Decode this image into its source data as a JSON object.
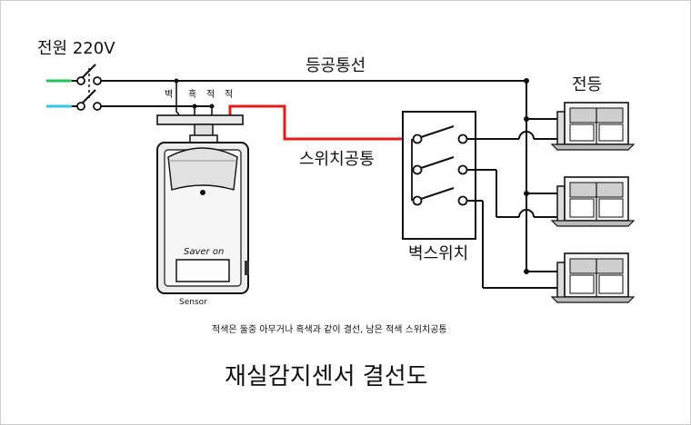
{
  "labels": {
    "power": "전원 220V",
    "common_lamp": "등공통선",
    "lamps": "전등",
    "switch_common": "스위치공통",
    "wall_switch": "벽스위치",
    "sensor": "Sensor",
    "brand": "Saver on",
    "terminal_wall": "벽",
    "terminal_black": "흑",
    "terminal_red1": "적",
    "terminal_red2": "적"
  },
  "note": "적색은 둘중 아무거나 흑색과 같이 결선, 남은 적색 스위치공통",
  "title": "재실감지센서 결선도",
  "colors": {
    "wire": "#111111",
    "switch_common_wire": "#e31b1b",
    "live_green": "#22c35a",
    "neutral_cyan": "#35c7e6"
  }
}
